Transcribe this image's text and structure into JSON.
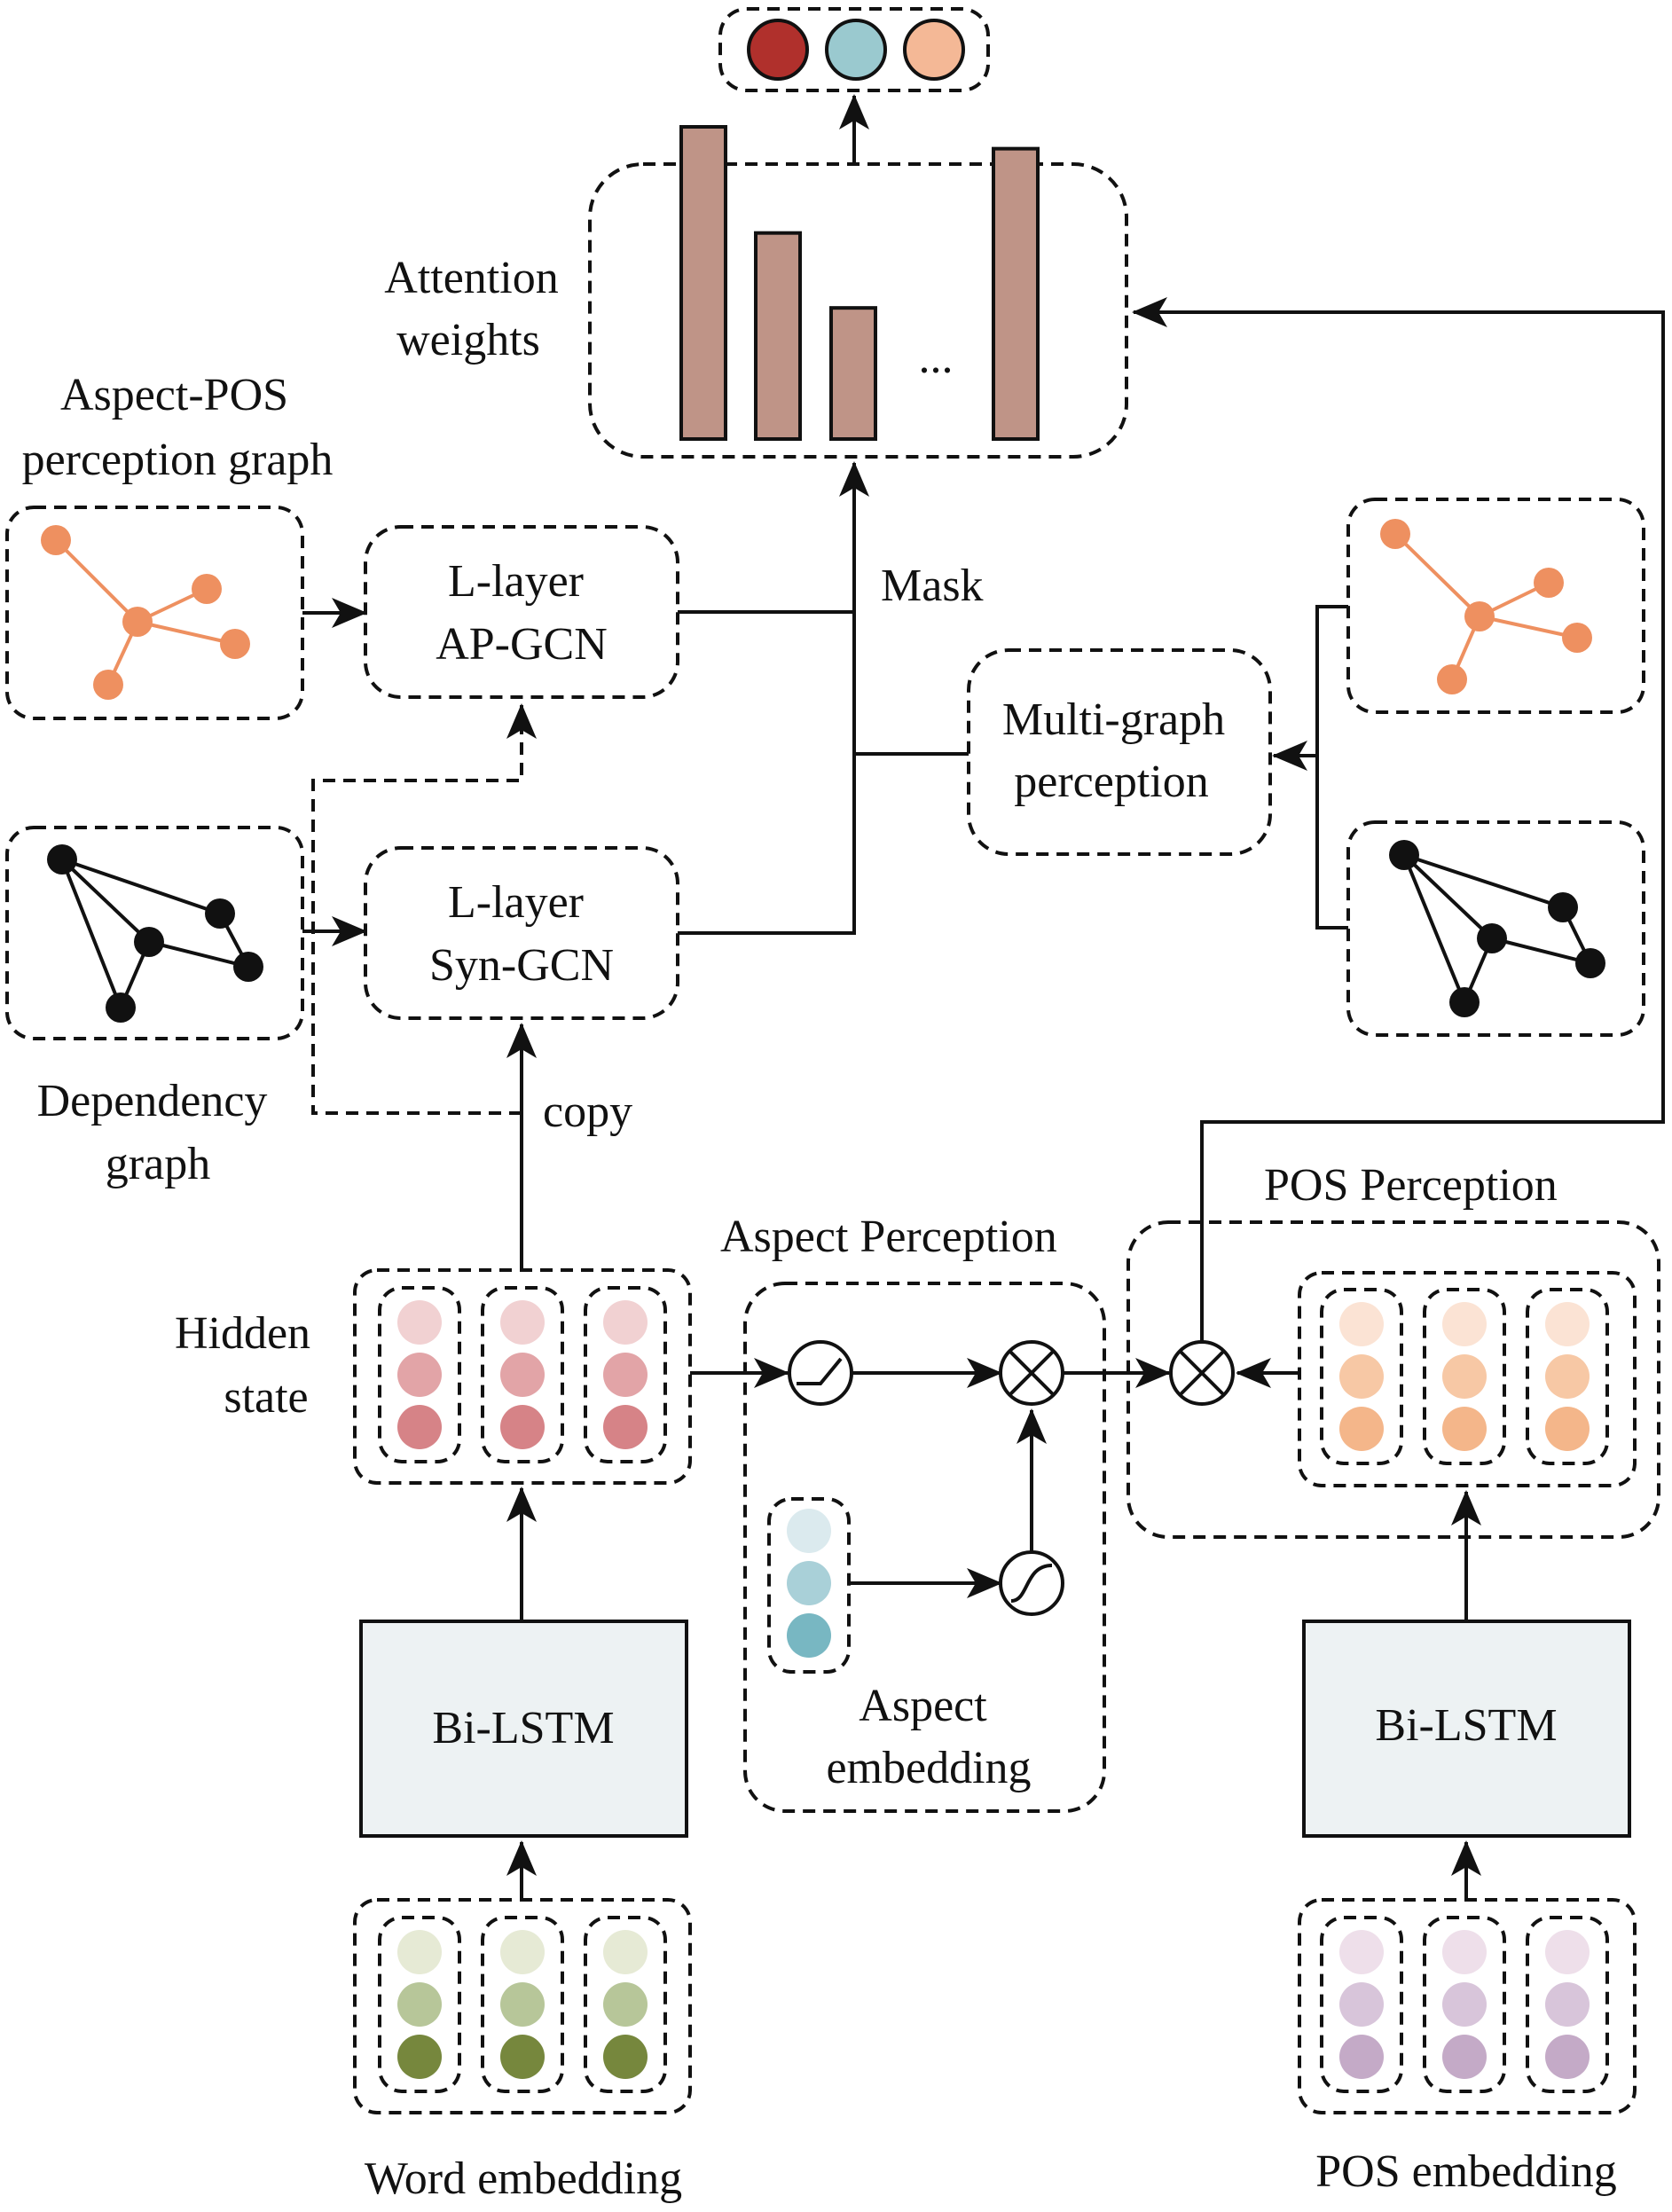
{
  "labels": {
    "attention_weights": [
      "Attention",
      "weights"
    ],
    "aspect_pos_graph": [
      "Aspect-POS",
      "perception graph"
    ],
    "ap_gcn": [
      "L-layer",
      "AP-GCN"
    ],
    "syn_gcn": [
      "L-layer",
      "Syn-GCN"
    ],
    "mask": "Mask",
    "multi_graph": [
      "Multi-graph",
      "perception"
    ],
    "dependency_graph": [
      "Dependency",
      "graph"
    ],
    "copy": "copy",
    "hidden_state": [
      "Hidden",
      "state"
    ],
    "aspect_perception": "Aspect  Perception",
    "pos_perception": "POS Perception",
    "aspect_embedding": [
      "Aspect",
      "embedding"
    ],
    "bilstm_left": "Bi-LSTM",
    "bilstm_right": "Bi-LSTM",
    "word_embedding": "Word embedding",
    "pos_embedding": "POS embedding",
    "ellipsis": "..."
  },
  "colors": {
    "output": [
      "#b0302c",
      "#9ac9cf",
      "#f4b896"
    ],
    "bar": "#bf9487",
    "graph_orange": "#ee9060",
    "graph_black": "#111111",
    "hidden": [
      "#f1d1d2",
      "#e2a4a7",
      "#d68387"
    ],
    "pos_state": [
      "#fbe3d4",
      "#f7c8a5",
      "#f4b68a"
    ],
    "aspect_emb": [
      "#dbeaee",
      "#a9d0d8",
      "#78b7c2"
    ],
    "word_emb": [
      "#e6ead5",
      "#b7c699",
      "#76873d"
    ],
    "pos_emb": [
      "#eedfea",
      "#d8c5da",
      "#c4aac7"
    ],
    "lstm_fill": "#edf2f3"
  },
  "attention_bar_levels": [
    1.0,
    0.66,
    0.42,
    0.93
  ]
}
